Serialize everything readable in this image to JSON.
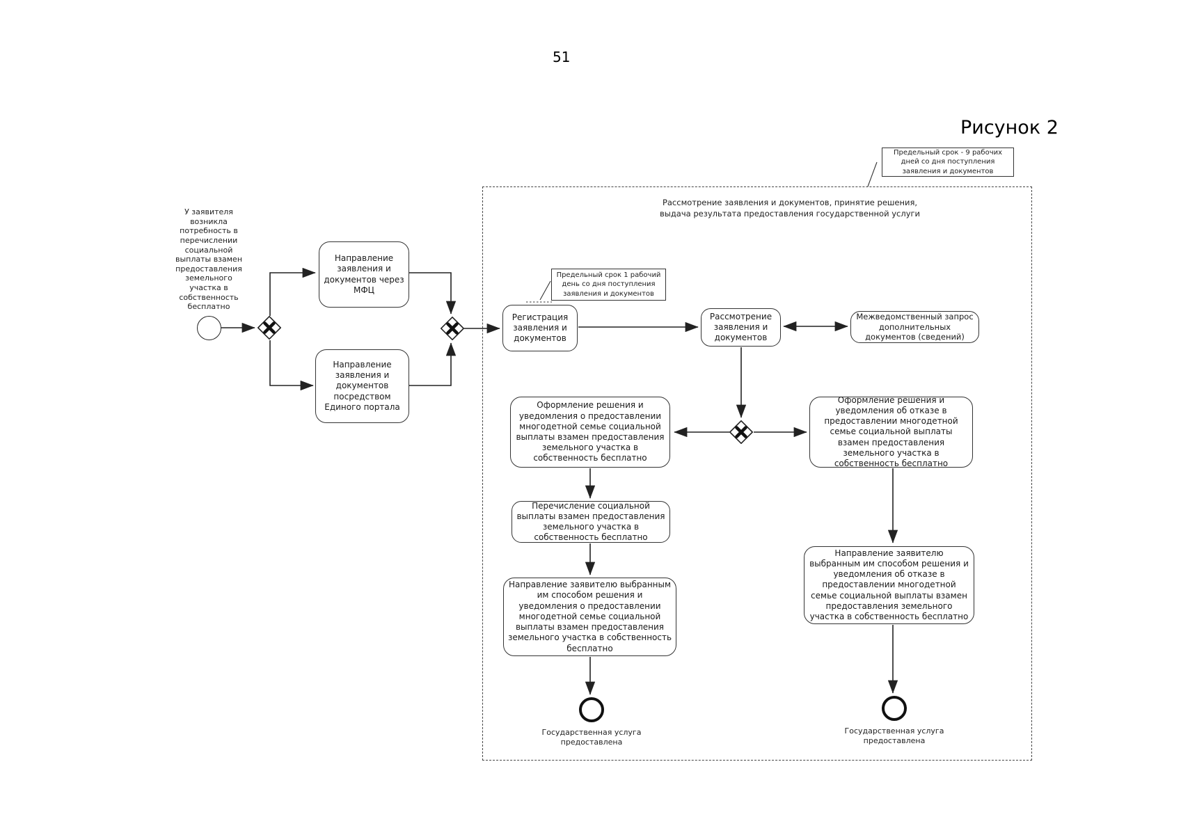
{
  "page": {
    "number": "51",
    "figure_caption": "Рисунок 2"
  },
  "notes": {
    "deadline_9_days": "Предельный срок - 9 рабочих дней со дня поступления заявления и документов",
    "deadline_1_day": "Предельный срок 1 рабочий день со дня поступления заявления и документов",
    "start_note": "У заявителя возникла потребность в перечислении социальной выплаты взамен предоставления земельного участка в собственность бесплатно"
  },
  "subprocess": {
    "title": "Рассмотрение заявления и документов, принятие решения, выдача результата предоставления государственной услуги"
  },
  "tasks": {
    "mfc": "Направление заявления и документов через МФЦ",
    "portal": "Направление заявления и документов посредством Единого портала",
    "registration": "Регистрация заявления и документов",
    "review": "Рассмотрение заявления и документов",
    "interagency": "Межведомственный запрос дополнительных документов (сведений)",
    "approve": "Оформление решения и уведомления о предоставлении многодетной семье социальной выплаты взамен предоставления земельного участка в собственность бесплатно",
    "refuse": "Оформление решения и уведомления об отказе в предоставлении многодетной семье социальной выплаты взамен предоставления земельного участка в собственность бесплатно",
    "transfer": "Перечисление социальной выплаты взамен предоставления земельного участка в собственность бесплатно",
    "send_approve": "Направление заявителю выбранным им способом решения и уведомления о предоставлении многодетной семье социальной выплаты взамен предоставления земельного участка в собственность бесплатно",
    "send_refuse": "Направление заявителю выбранным им способом решения и уведомления об отказе в предоставлении многодетной семье социальной выплаты взамен предоставления земельного участка в собственность бесплатно"
  },
  "end_events": {
    "left_label": "Государственная услуга предоставлена",
    "right_label": "Государственная услуга предоставлена"
  }
}
